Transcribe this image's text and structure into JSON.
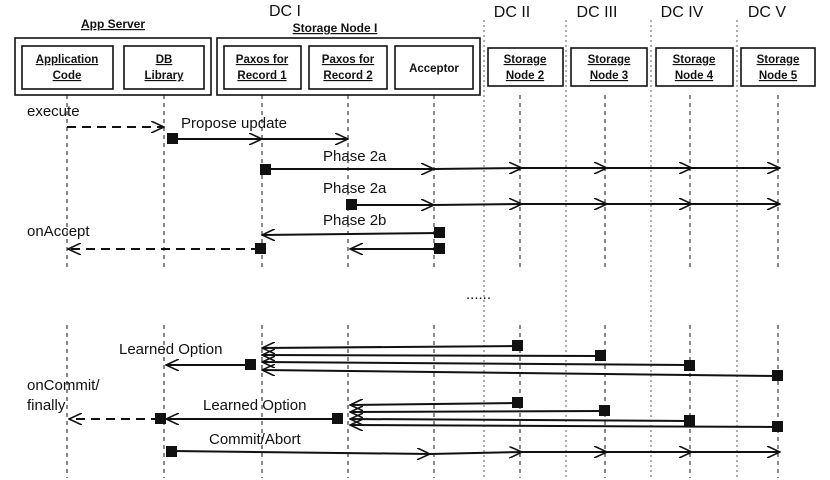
{
  "groups": {
    "app_server": "App Server",
    "storage_node_1": "Storage Node I"
  },
  "datacenters": [
    "DC I",
    "DC II",
    "DC III",
    "DC IV",
    "DC V"
  ],
  "participants": [
    {
      "id": "application-code",
      "lines": [
        "Application",
        "Code"
      ]
    },
    {
      "id": "db-library",
      "lines": [
        "DB",
        "Library"
      ]
    },
    {
      "id": "paxos-record-1",
      "lines": [
        "Paxos for",
        "Record 1"
      ]
    },
    {
      "id": "paxos-record-2",
      "lines": [
        "Paxos for",
        "Record 2"
      ]
    },
    {
      "id": "acceptor",
      "lines": [
        "Acceptor"
      ]
    },
    {
      "id": "storage-node-2",
      "lines": [
        "Storage",
        "Node 2"
      ]
    },
    {
      "id": "storage-node-3",
      "lines": [
        "Storage",
        "Node 3"
      ]
    },
    {
      "id": "storage-node-4",
      "lines": [
        "Storage",
        "Node 4"
      ]
    },
    {
      "id": "storage-node-5",
      "lines": [
        "Storage",
        "Node 5"
      ]
    }
  ],
  "labels": {
    "execute": "execute",
    "propose_update": "Propose update",
    "phase_2a_1": "Phase 2a",
    "phase_2a_2": "Phase 2a",
    "phase_2b": "Phase 2b",
    "on_accept": "onAccept",
    "ellipsis": "......",
    "learned_option_1": "Learned Option",
    "on_commit_1": "onCommit/",
    "on_commit_2": "finally",
    "learned_option_2": "Learned Option",
    "commit_abort": "Commit/Abort"
  }
}
